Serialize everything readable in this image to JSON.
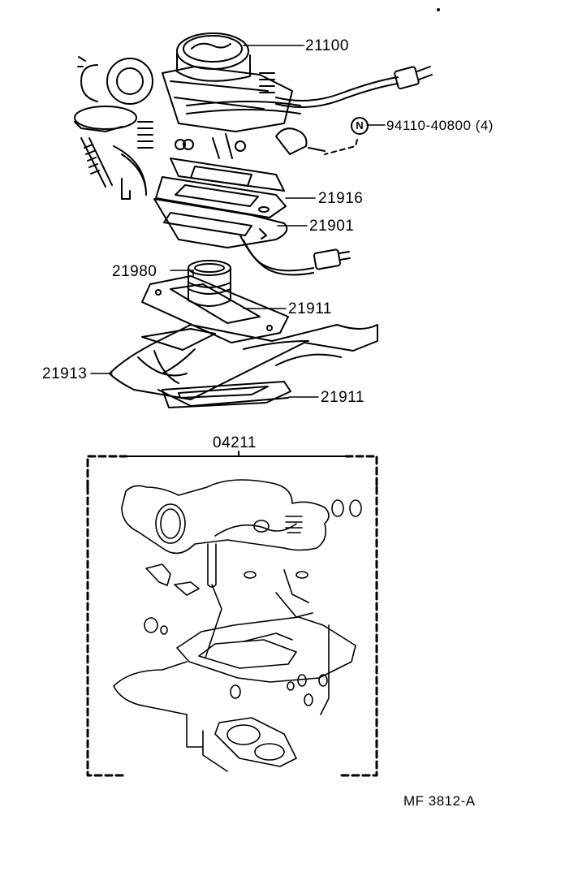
{
  "diagram": {
    "type": "exploded parts diagram",
    "subject": "Carburetor assembly and gasket kit",
    "colors": {
      "ink": "#000000",
      "background": "#ffffff"
    },
    "callouts": [
      {
        "id": "c1",
        "part_number": "21100",
        "label": "21100"
      },
      {
        "id": "c2",
        "part_number": "94110-40800",
        "label": "94110-40800 (4)",
        "qty": "(4)",
        "marker": "N"
      },
      {
        "id": "c3",
        "part_number": "21916",
        "label": "21916"
      },
      {
        "id": "c4",
        "part_number": "21901",
        "label": "21901"
      },
      {
        "id": "c5",
        "part_number": "21980",
        "label": "21980"
      },
      {
        "id": "c6",
        "part_number": "21911",
        "label": "21911"
      },
      {
        "id": "c7",
        "part_number": "21913",
        "label": "21913"
      },
      {
        "id": "c8",
        "part_number": "21911",
        "label": "21911"
      },
      {
        "id": "c9",
        "part_number": "04211",
        "label": "04211"
      }
    ],
    "figure_code": "MF 3812-A"
  }
}
